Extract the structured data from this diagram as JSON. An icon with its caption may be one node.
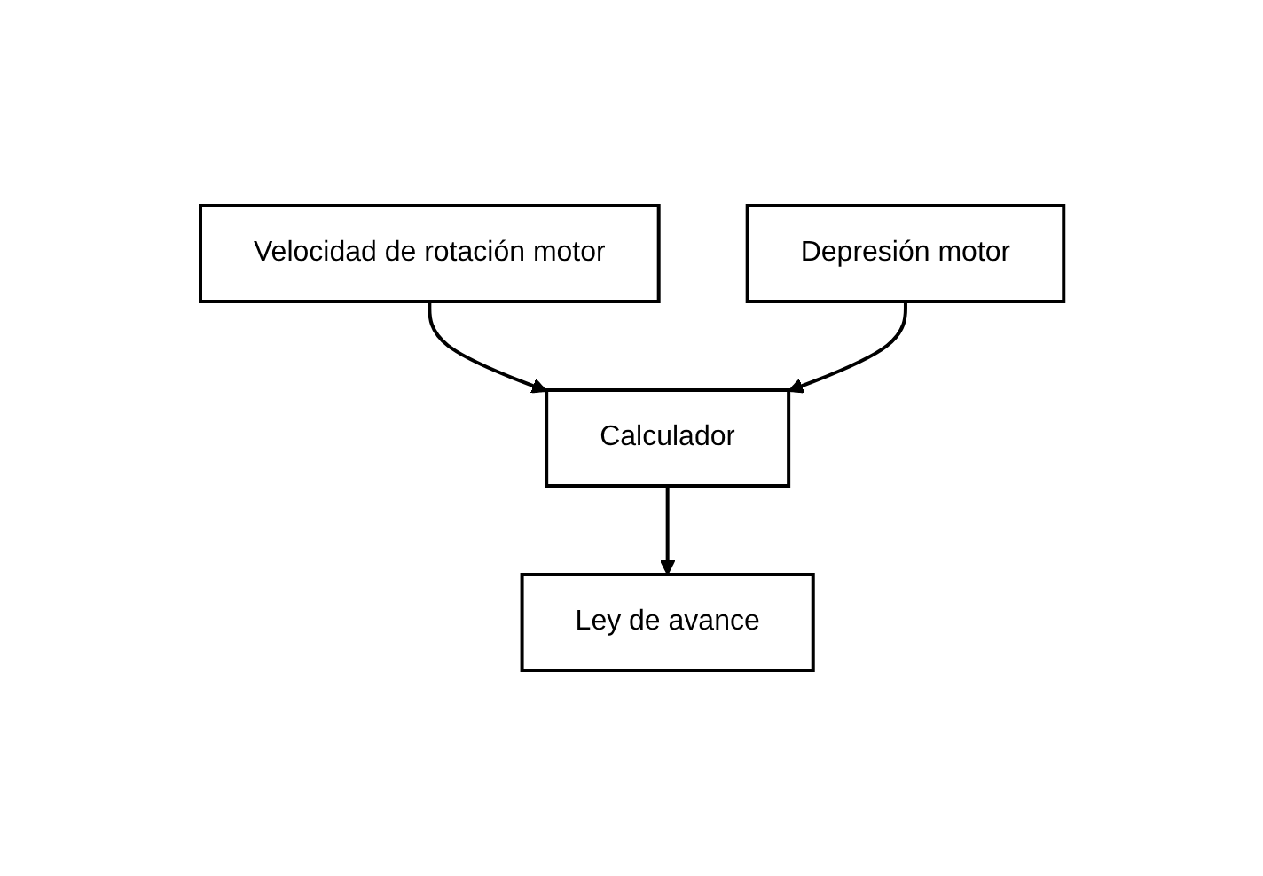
{
  "diagram": {
    "nodes": [
      {
        "text": [
          "Velocidad de rotación motor"
        ]
      },
      {
        "text": [
          "Depresión motor"
        ]
      },
      {
        "text": [
          "Calculador"
        ]
      },
      {
        "text": [
          "Ley de avance"
        ]
      }
    ],
    "edges": [
      {
        "from": 0,
        "to": 2,
        "arrow": "to"
      },
      {
        "from": 1,
        "to": 2,
        "arrow": "to"
      },
      {
        "from": 2,
        "to": 3,
        "arrow": "to"
      }
    ]
  }
}
